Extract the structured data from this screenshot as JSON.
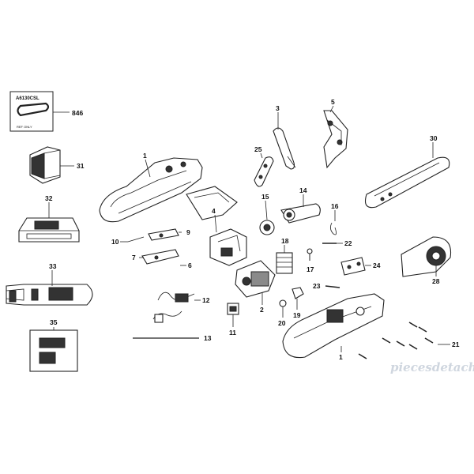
{
  "parts": [
    {
      "id": "846",
      "label": "846"
    },
    {
      "id": "3",
      "label": "3"
    },
    {
      "id": "5",
      "label": "5"
    },
    {
      "id": "1a",
      "label": "1"
    },
    {
      "id": "25",
      "label": "25"
    },
    {
      "id": "30",
      "label": "30"
    },
    {
      "id": "31",
      "label": "31"
    },
    {
      "id": "4",
      "label": "4"
    },
    {
      "id": "14",
      "label": "14"
    },
    {
      "id": "15",
      "label": "15"
    },
    {
      "id": "16",
      "label": "16"
    },
    {
      "id": "32",
      "label": "32"
    },
    {
      "id": "10",
      "label": "10"
    },
    {
      "id": "9",
      "label": "9"
    },
    {
      "id": "18",
      "label": "18"
    },
    {
      "id": "22",
      "label": "22"
    },
    {
      "id": "7",
      "label": "7"
    },
    {
      "id": "6",
      "label": "6"
    },
    {
      "id": "17",
      "label": "17"
    },
    {
      "id": "24",
      "label": "24"
    },
    {
      "id": "33",
      "label": "33"
    },
    {
      "id": "28",
      "label": "28"
    },
    {
      "id": "23",
      "label": "23"
    },
    {
      "id": "12",
      "label": "12"
    },
    {
      "id": "2",
      "label": "2"
    },
    {
      "id": "11",
      "label": "11"
    },
    {
      "id": "20",
      "label": "20"
    },
    {
      "id": "19",
      "label": "19"
    },
    {
      "id": "35",
      "label": "35"
    },
    {
      "id": "13",
      "label": "13"
    },
    {
      "id": "1b",
      "label": "1"
    },
    {
      "id": "21",
      "label": "21"
    }
  ],
  "chain_box": {
    "model": "A6130CSL",
    "ref_note": "REF ONLY"
  },
  "watermark": "piecesdetachees.com"
}
